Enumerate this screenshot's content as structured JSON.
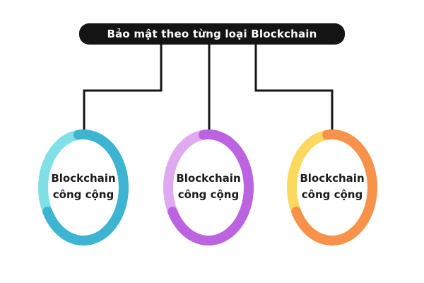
{
  "title": {
    "text": "Bảo mật theo từng loại Blockchain"
  },
  "colors": {
    "title_bg": "#141414",
    "title_text": "#ffffff",
    "connector": "#141414",
    "label_text": "#1b1b1b",
    "background": "#ffffff"
  },
  "nodes": [
    {
      "id": "node-left",
      "label_line1": "Blockchain",
      "label_line2": "công cộng",
      "ring_main": "#3cb4d2",
      "ring_accent": "#7fe0e6"
    },
    {
      "id": "node-center",
      "label_line1": "Blockchain",
      "label_line2": "công cộng",
      "ring_main": "#bb63e0",
      "ring_accent": "#dfaaf0"
    },
    {
      "id": "node-right",
      "label_line1": "Blockchain",
      "label_line2": "công cộng",
      "ring_main": "#f8924b",
      "ring_accent": "#fbd95e"
    }
  ]
}
